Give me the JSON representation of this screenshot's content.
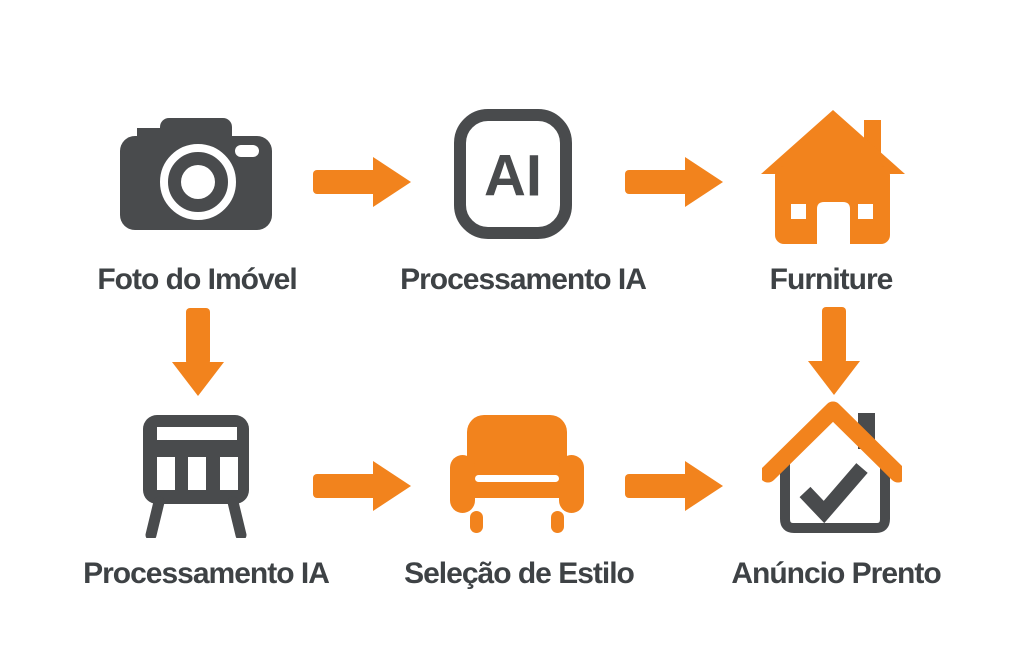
{
  "diagram": {
    "description": "Real-estate AI staging process flow, two rows of three steps",
    "colors": {
      "accent_orange": "#F2831D",
      "icon_gray": "#494B4D",
      "text_gray": "#3E4245",
      "white": "#FFFFFF"
    },
    "rows": [
      {
        "steps": [
          {
            "label": "Foto do Imóvel",
            "icon": "camera-icon"
          },
          {
            "label": "Processamento IA",
            "icon": "ai-chip-icon",
            "icon_text": "AI"
          },
          {
            "label": "Furniture",
            "icon": "house-icon"
          }
        ]
      },
      {
        "steps": [
          {
            "label": "Processamento IA",
            "icon": "easel-board-icon"
          },
          {
            "label": "Seleção de Estilo",
            "icon": "armchair-icon"
          },
          {
            "label": "Anúncio Prento",
            "icon": "house-check-icon"
          }
        ]
      }
    ],
    "connectors": [
      {
        "name": "arrow-right-1",
        "type": "arrow-right"
      },
      {
        "name": "arrow-right-2",
        "type": "arrow-right"
      },
      {
        "name": "arrow-down-1",
        "type": "arrow-down"
      },
      {
        "name": "arrow-down-2",
        "type": "arrow-down"
      },
      {
        "name": "arrow-right-3",
        "type": "arrow-right"
      },
      {
        "name": "arrow-right-4",
        "type": "arrow-right"
      }
    ]
  }
}
